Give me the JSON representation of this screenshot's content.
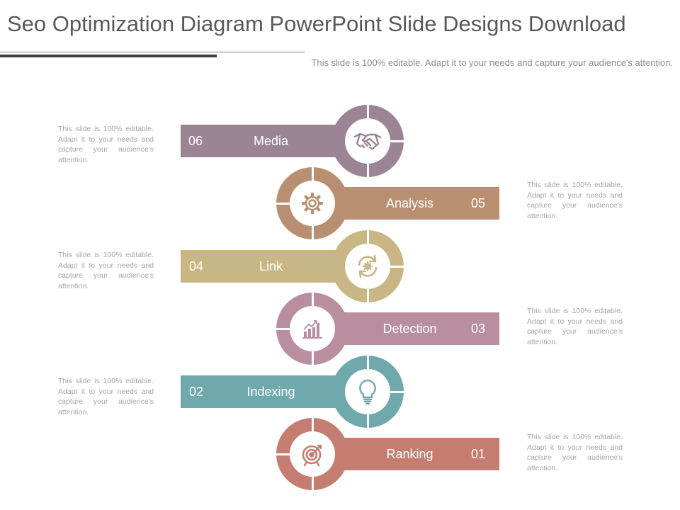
{
  "title": "Seo Optimization Diagram PowerPoint Slide Designs Download",
  "subtitle": "This slide is 100% editable. Adapt it to your needs and capture your audience's attention.",
  "placeholder_text": "This slide is 100% editable. Adapt it to your needs and capture your audience's attention.",
  "steps": [
    {
      "number": "06",
      "label": "Media",
      "color": "#9b8494",
      "icon": "handshake-icon"
    },
    {
      "number": "05",
      "label": "Analysis",
      "color": "#b98f71",
      "icon": "gear-icon"
    },
    {
      "number": "04",
      "label": "Link",
      "color": "#c8b784",
      "icon": "refresh-gear-icon"
    },
    {
      "number": "03",
      "label": "Detection",
      "color": "#b98ea0",
      "icon": "bar-chart-icon"
    },
    {
      "number": "02",
      "label": "Indexing",
      "color": "#6fa9ae",
      "icon": "lightbulb-icon"
    },
    {
      "number": "01",
      "label": "Ranking",
      "color": "#c47d70",
      "icon": "target-icon"
    }
  ]
}
